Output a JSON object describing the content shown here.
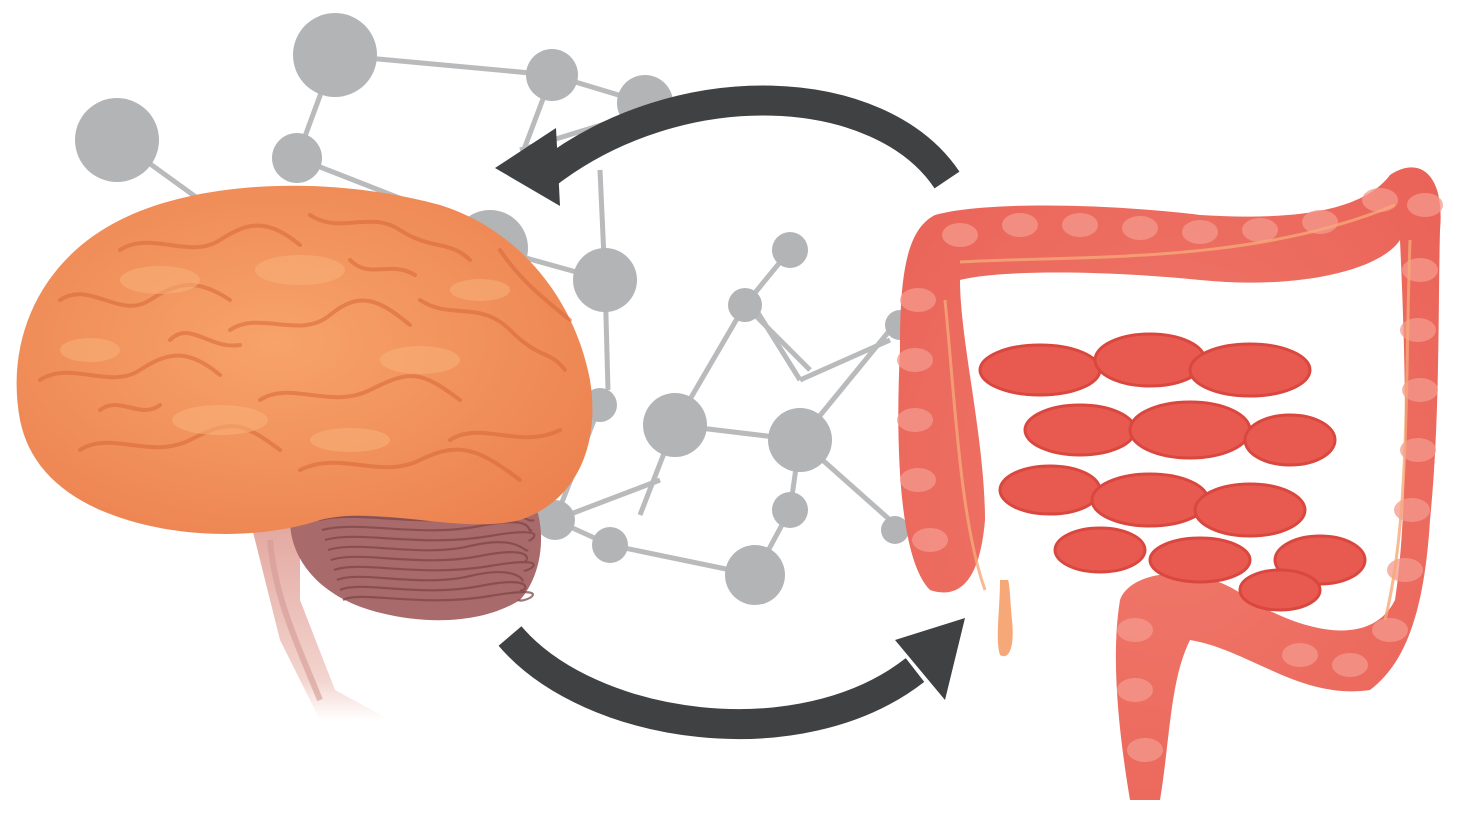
{
  "illustration": {
    "components": [
      "brain",
      "network",
      "gut"
    ],
    "arrows": [
      {
        "from": "gut",
        "to": "brain",
        "position": "top"
      },
      {
        "from": "brain",
        "to": "gut",
        "position": "bottom"
      }
    ]
  },
  "colors": {
    "background": "#ffffff",
    "network_node": "#b3b4b6",
    "network_edge": "#b9babc",
    "arrow": "#3f4143",
    "brain_main": "#f08f5a",
    "brain_highlight": "#f7a46a",
    "brain_fold": "#d9683a",
    "cerebellum": "#a86a6a",
    "cerebellum_line": "#7f4747",
    "brainstem": "#e8b3aa",
    "gut_main": "#ef7065",
    "gut_highlight": "#f59a8d",
    "gut_shadow": "#d9473f",
    "appendix": "#f6a878"
  }
}
